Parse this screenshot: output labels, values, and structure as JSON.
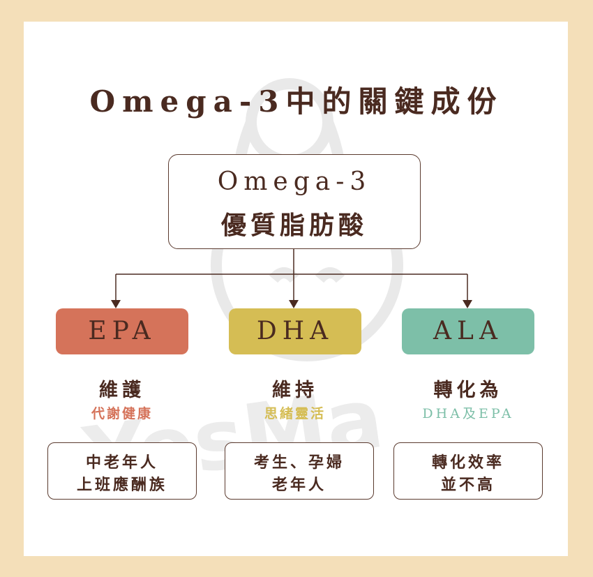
{
  "title": "Omega-3中的關鍵成份",
  "root": {
    "line1": "Omega-3",
    "line2": "優質脂肪酸"
  },
  "branches": [
    {
      "label": "EPA",
      "heading": "維護",
      "sub": "代謝健康",
      "box_line1": "中老年人",
      "box_line2": "上班應酬族"
    },
    {
      "label": "DHA",
      "heading": "維持",
      "sub": "思緒靈活",
      "box_line1": "考生、孕婦",
      "box_line2": "老年人"
    },
    {
      "label": "ALA",
      "heading": "轉化為",
      "sub": "DHA及EPA",
      "box_line1": "轉化效率",
      "box_line2": "並不高"
    }
  ],
  "colors": {
    "background": "#f4dfb9",
    "text": "#4a2a20",
    "epa": "#d5735a",
    "dha": "#d5bd54",
    "ala": "#7dbfa8"
  },
  "watermark": {
    "text": "YesMa",
    "icon": "mother-baby-logo-icon"
  }
}
